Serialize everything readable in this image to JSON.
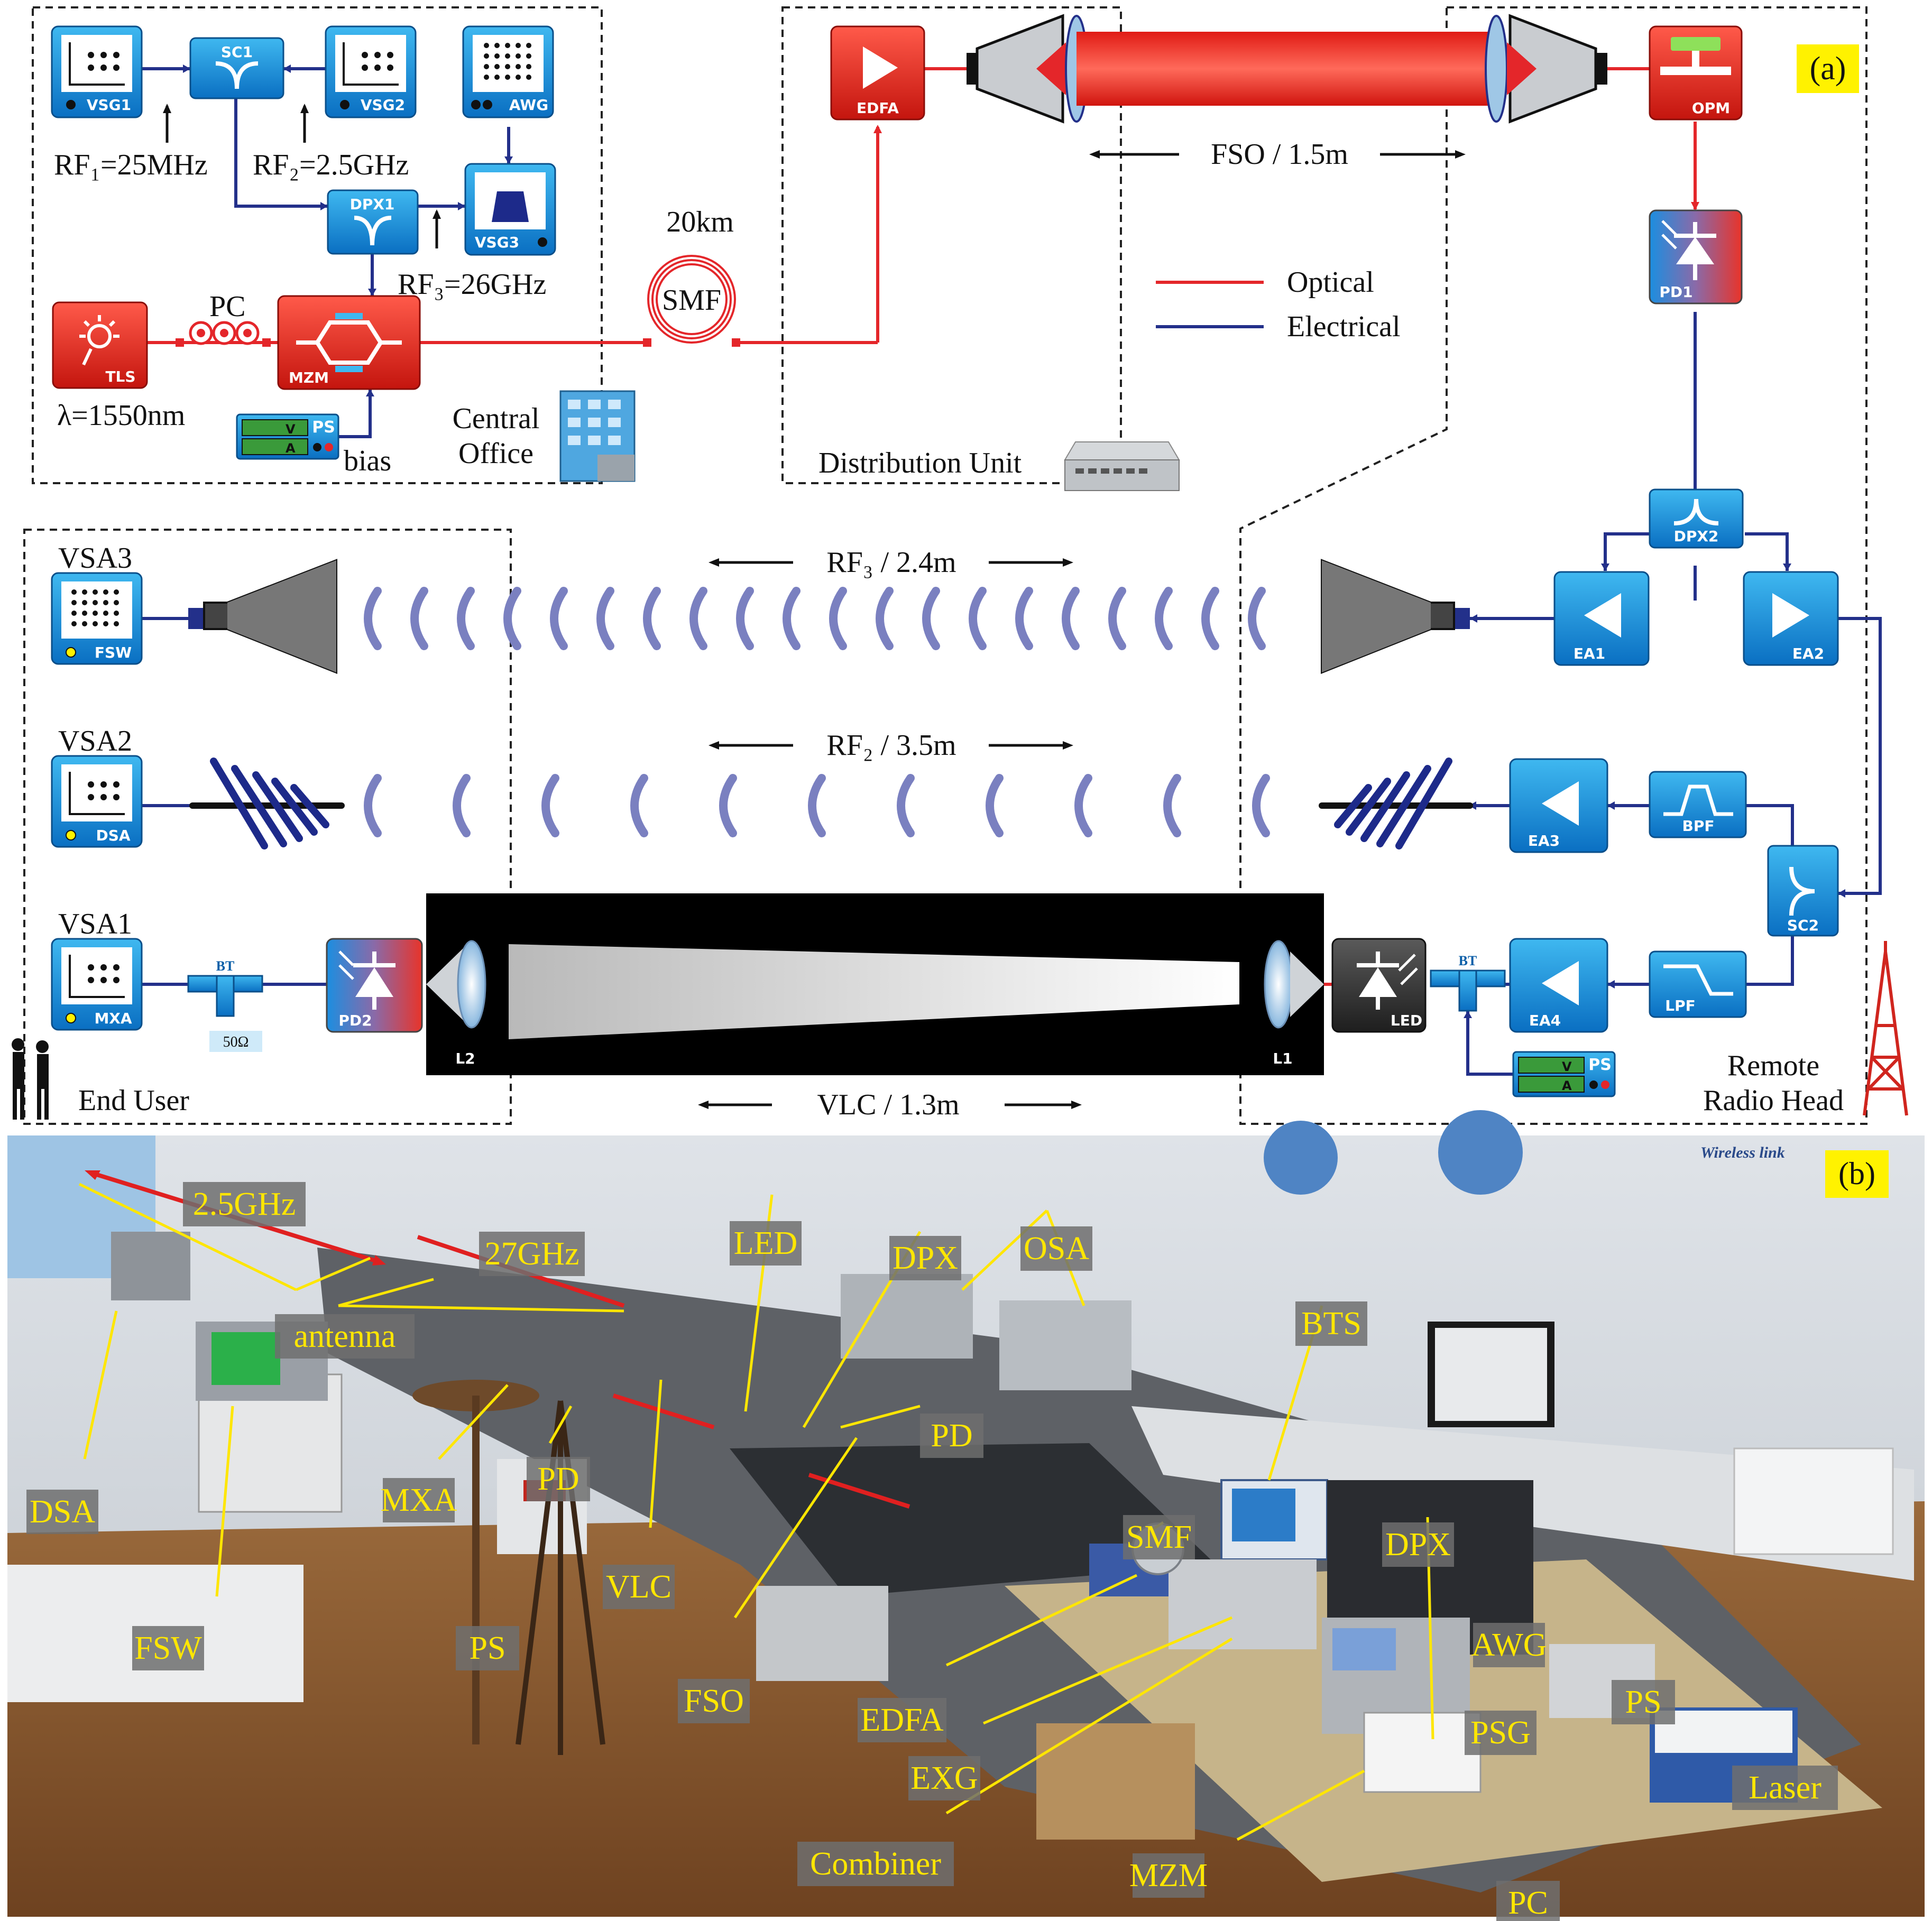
{
  "panel_a": {
    "tag": "(a)",
    "devices": {
      "vsg1": "VSG1",
      "sc1": "SC1",
      "vsg2": "VSG2",
      "awg": "AWG",
      "dpx1": "DPX1",
      "vsg3": "VSG3",
      "tls": "TLS",
      "mzm": "MZM",
      "ps_top": "PS",
      "edfa": "EDFA",
      "opm": "OPM",
      "pd1": "PD1",
      "dpx2": "DPX2",
      "ea1": "EA1",
      "ea2": "EA2",
      "ea3": "EA3",
      "bpf": "BPF",
      "sc2": "SC2",
      "ea4": "EA4",
      "lpf": "LPF",
      "led": "LED",
      "bt_right": "BT",
      "ps_bottom": "PS",
      "fsw": "FSW",
      "dsa": "DSA",
      "mxa": "MXA",
      "bt_left": "BT",
      "pd2": "PD2",
      "l1": "L1",
      "l2": "L2"
    },
    "ps_v": "V",
    "ps_a": "A",
    "labels": {
      "rf1": "RF₁=25MHz",
      "rf2": "RF₂=2.5GHz",
      "rf3": "RF₃=26GHz",
      "pc": "PC",
      "lambda": "λ=1550nm",
      "bias": "bias",
      "central_office_1": "Central",
      "central_office_2": "Office",
      "smf_len": "20km",
      "smf": "SMF",
      "distribution_unit": "Distribution Unit",
      "fso": "FSO / 1.5m",
      "legend_optical": "Optical",
      "legend_electrical": "Electrical",
      "vsa3": "VSA3",
      "vsa2": "VSA2",
      "vsa1": "VSA1",
      "rf3_link": "RF₃ / 2.4m",
      "rf2_link": "RF₂ / 3.5m",
      "vlc": "VLC / 1.3m",
      "fifty_ohm": "50Ω",
      "end_user": "End User",
      "remote_1": "Remote",
      "remote_2": "Radio Head"
    }
  },
  "panel_b": {
    "tag": "(b)",
    "wall_text": "Wireless link",
    "labels": {
      "ghz25": "2.5GHz",
      "ghz27": "27GHz",
      "antenna": "antenna",
      "led": "LED",
      "dpx_top": "DPX",
      "osa": "OSA",
      "bts": "BTS",
      "pd_a": "PD",
      "pd_b": "PD",
      "dsa": "DSA",
      "mxa": "MXA",
      "vlc": "VLC",
      "fsw": "FSW",
      "ps_left": "PS",
      "fso": "FSO",
      "smf": "SMF",
      "dpx_right": "DPX",
      "awg": "AWG",
      "edfa": "EDFA",
      "exg": "EXG",
      "psg": "PSG",
      "ps_right": "PS",
      "laser": "Laser",
      "combiner": "Combiner",
      "mzm": "MZM",
      "pc": "PC"
    }
  }
}
